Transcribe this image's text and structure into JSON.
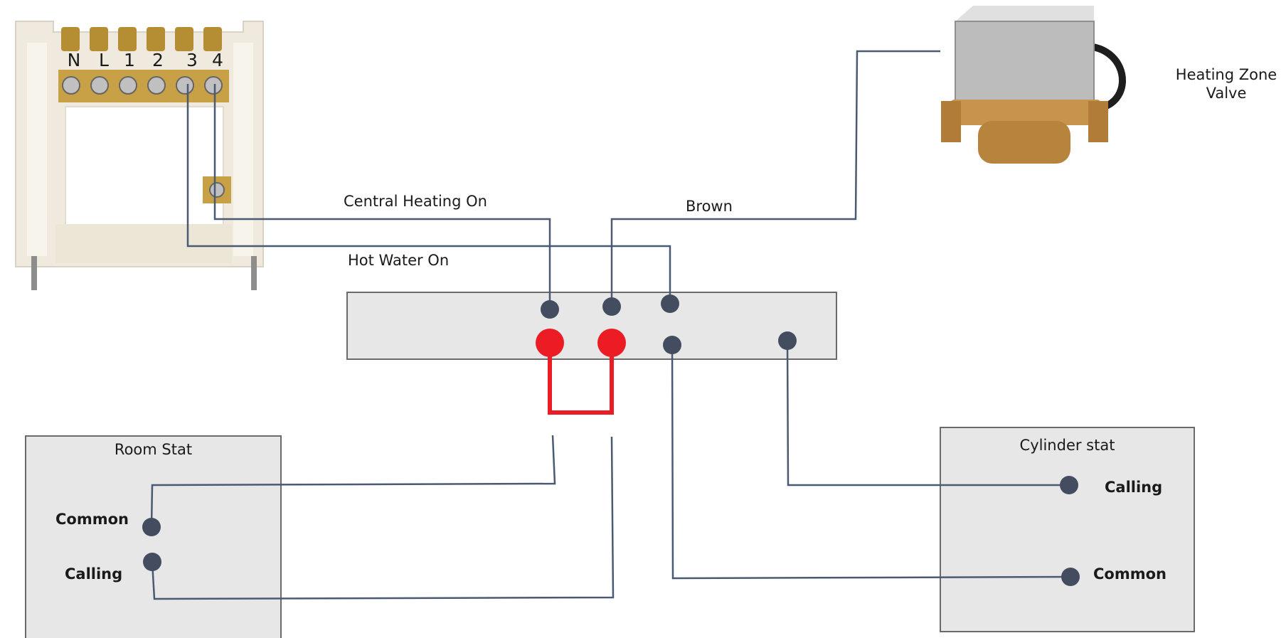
{
  "backplate": {
    "terminals": [
      "N",
      "L",
      "1",
      "2",
      "3",
      "4"
    ]
  },
  "valve": {
    "label_line1": "Heating Zone",
    "label_line2": "Valve"
  },
  "wires": {
    "central_heating_on": "Central Heating On",
    "brown": "Brown",
    "hot_water_on": "Hot Water On"
  },
  "room_stat": {
    "title": "Room Stat",
    "common": "Common",
    "calling": "Calling"
  },
  "cylinder_stat": {
    "title": "Cylinder stat",
    "calling": "Calling",
    "common": "Common"
  },
  "colors": {
    "wire": "#4b5a73",
    "dot": "#434d5f",
    "link": "#ec1c24",
    "box_fill": "#e7e7e7",
    "box_stroke": "#6a6a6a"
  }
}
